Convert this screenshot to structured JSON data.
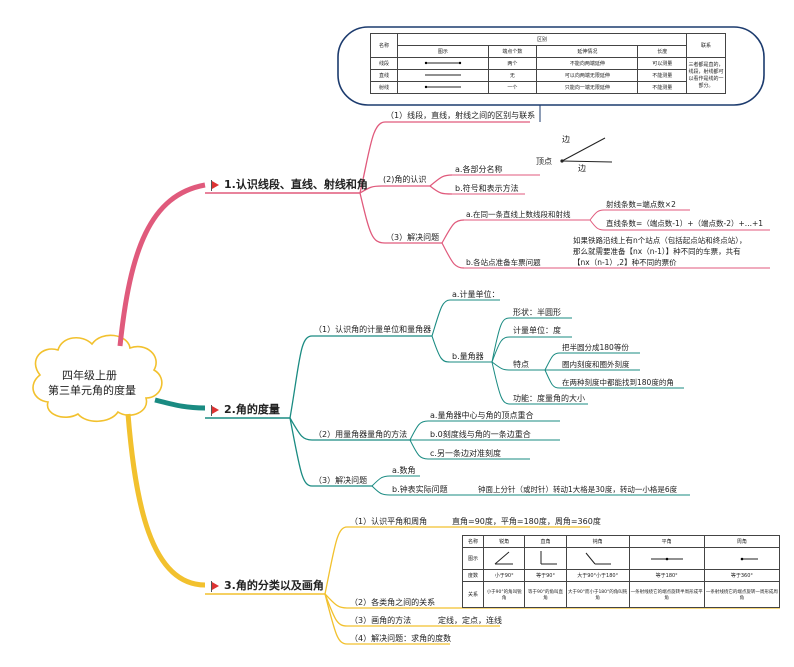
{
  "root": {
    "line1": "四年级上册",
    "line2": "第三单元角的度量"
  },
  "branches": [
    {
      "title": "1.认识线段、直线、射线和角",
      "color": "#e05a7c"
    },
    {
      "title": "2.角的度量",
      "color": "#1a8b82"
    },
    {
      "title": "3.角的分类以及画角",
      "color": "#f2c12e"
    }
  ],
  "b1": {
    "n1": "（1）线段，直线，射线之间的区别与联系",
    "n2": "(2)角的认识",
    "n2a": "a.各部分名称",
    "n2b": "b.符号和表示方法",
    "n3": "（3）解决问题",
    "n3a": "a.在同一条直线上数线段和射线",
    "n3a1": "射线条数=端点数×2",
    "n3a2": "直线条数=（端点数-1）+（端点数-2）+...+1",
    "n3b": "b.各站点准备车票问题",
    "n3b_text1": "如果铁路沿线上有n个站点（包括起点站和终点站），",
    "n3b_text2": "那么就需要准备【nx（n-1）】种不同的车票，共有",
    "n3b_text3": "【nx（n-1）,2】种不同的票价",
    "angle_fig": {
      "edge_top": "边",
      "vertex": "顶点",
      "edge_bottom": "边"
    }
  },
  "lines_table": {
    "header_name": "名称",
    "header_diff": "区别",
    "header_link": "联系",
    "sub_headers": [
      "图示",
      "端点个数",
      "延伸情况",
      "长度"
    ],
    "rows": [
      {
        "name": "线段",
        "ends": "两个",
        "extend": "不能向两端延伸",
        "length": "可以测量"
      },
      {
        "name": "直线",
        "ends": "无",
        "extend": "可以向两端无限延伸",
        "length": "不能测量"
      },
      {
        "name": "射线",
        "ends": "一个",
        "extend": "只能向一端无限延伸",
        "length": "不能测量"
      }
    ],
    "link_text": "三者都是直的，线段，射线都可以看作是线的一部分。"
  },
  "b2": {
    "n1": "（1）认识角的计量单位和量角器",
    "n1a": "a.计量单位：",
    "n1b": "b.量角器",
    "shape": "形状：半圆形",
    "unit": "计量单位：度",
    "feature": "特点",
    "f1": "把半圆分成180等份",
    "f2": "圈内刻度和圈外刻度",
    "f3": "在两种刻度中都能找到180度的角",
    "func": "功能：度量角的大小",
    "n2": "（2）用量角器量角的方法",
    "n2a": "a.量角器中心与角的顶点重合",
    "n2b": "b.0刻度线与角的一条边重合",
    "n2c": "c.另一条边对准刻度",
    "n3": "（3）解决问题",
    "n3a": "a.数角",
    "n3b": "b.钟表实际问题",
    "n3b_text": "钟面上分针（或时针）转动1大格是30度，转动一小格是6度"
  },
  "b3": {
    "n1": "（1）认识平角和周角",
    "n1_text": "直角=90度，平角=180度，周角=360度",
    "n2": "（2）各类角之间的关系",
    "n3": "（3）画角的方法",
    "n3_text": "定线，定点，连线",
    "n4": "（4）解决问题：求角的度数",
    "mini_table": {
      "headers": [
        "名称",
        "锐角",
        "直角",
        "钝角",
        "平角",
        "周角"
      ],
      "row2": [
        "图示",
        "",
        "",
        "",
        "",
        ""
      ],
      "row3": [
        "度数",
        "小于90°",
        "等于90°",
        "大于90°小于180°",
        "等于180°",
        "等于360°"
      ],
      "row4": [
        "关系",
        "小于90°的角叫锐角",
        "等于90°的角叫直角",
        "大于90°而小于180°的角叫钝角",
        "一条射线绕它的端点旋转半周形成平角",
        "一条射线绕它的端点旋转一周形成周角"
      ]
    }
  }
}
